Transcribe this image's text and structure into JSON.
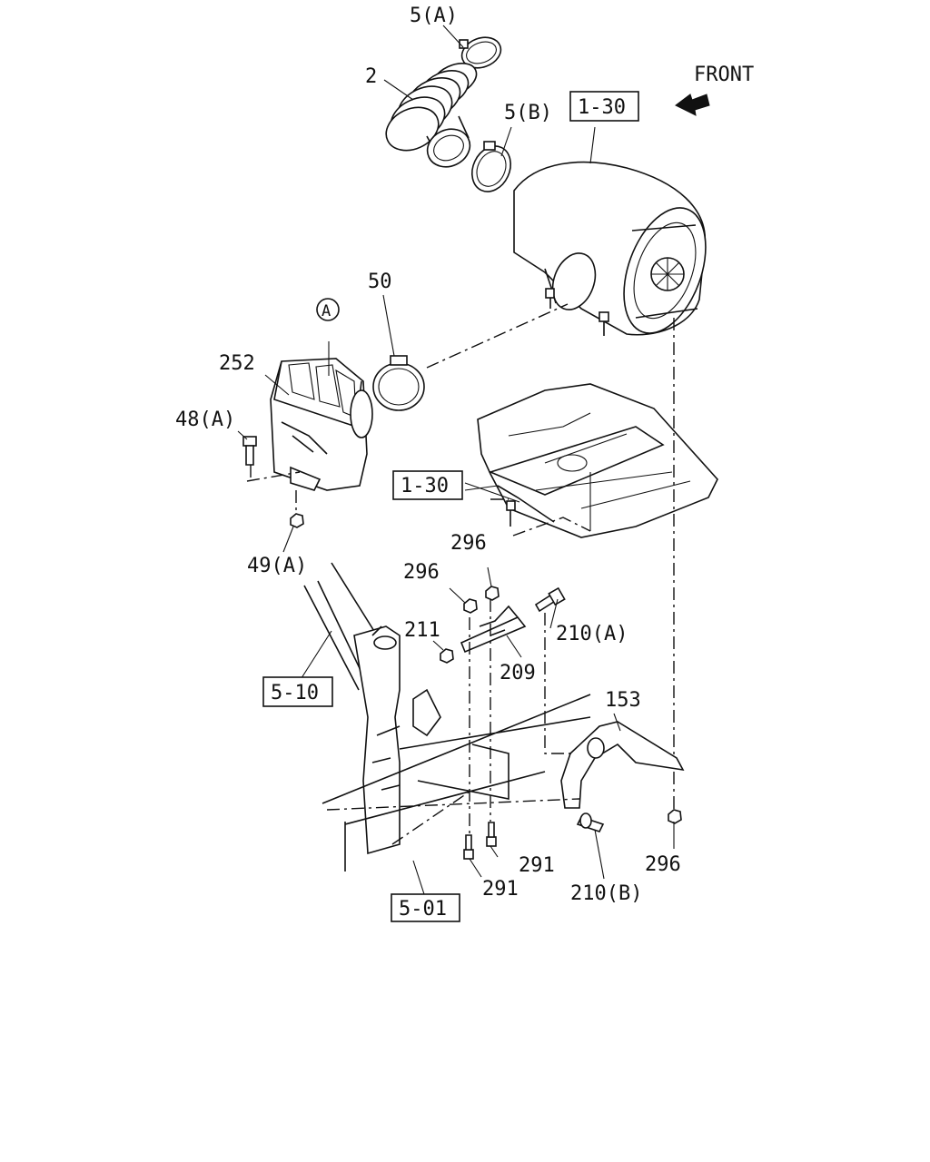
{
  "front_label": "FRONT",
  "labels": {
    "l_5a": "5(A)",
    "l_2": "2",
    "l_5b": "5(B)",
    "l_50": "50",
    "l_a": "A",
    "l_252": "252",
    "l_48a": "48(A)",
    "l_49a": "49(A)",
    "l_296a": "296",
    "l_296b": "296",
    "l_211": "211",
    "l_210a": "210(A)",
    "l_209": "209",
    "l_153": "153",
    "l_291a": "291",
    "l_291b": "291",
    "l_210b": "210(B)",
    "l_296c": "296"
  },
  "refs": {
    "r_130a": "1-30",
    "r_130b": "1-30",
    "r_510": "5-10",
    "r_501": "5-01"
  }
}
